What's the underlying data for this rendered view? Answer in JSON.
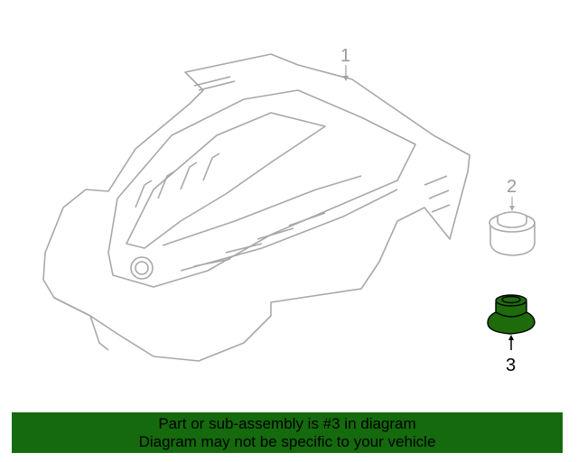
{
  "diagram": {
    "callouts": [
      {
        "number": "1",
        "part": "engine-cover"
      },
      {
        "number": "2",
        "part": "grommet"
      },
      {
        "number": "3",
        "part": "grommet"
      }
    ],
    "highlight_color": "#1e6b0c",
    "line_color": "#a9a9a9"
  },
  "banner": {
    "line1": "Part or sub-assembly is #3 in diagram",
    "line2": "Diagram may not be specific to your vehicle",
    "background": "#146a0c"
  }
}
